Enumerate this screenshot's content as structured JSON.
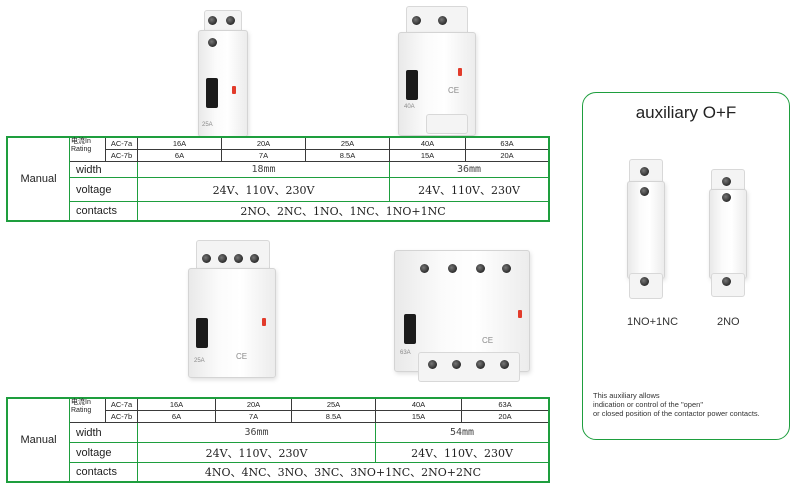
{
  "top_table": {
    "manual_label": "Manual",
    "rating_label_1": "电流In",
    "rating_label_2": "Rating",
    "ac7a_label": "AC-7a",
    "ac7b_label": "AC-7b",
    "ac7a_values": [
      "16A",
      "20A",
      "25A",
      "40A",
      "63A"
    ],
    "ac7b_values": [
      "6A",
      "7A",
      "8.5A",
      "15A",
      "20A"
    ],
    "width_label": "width",
    "width_values": [
      "18mm",
      "36mm"
    ],
    "voltage_label": "voltage",
    "voltage_values": [
      "24V、110V、230V",
      "24V、110V、230V"
    ],
    "contacts_label": "contacts",
    "contacts_value": "2NO、2NC、1NO、1NC、1NO+1NC"
  },
  "bottom_table": {
    "manual_label": "Manual",
    "rating_label_1": "电流In",
    "rating_label_2": "Rating",
    "ac7a_label": "AC-7a",
    "ac7b_label": "AC-7b",
    "ac7a_values": [
      "16A",
      "20A",
      "25A",
      "40A",
      "63A"
    ],
    "ac7b_values": [
      "6A",
      "7A",
      "8.5A",
      "15A",
      "20A"
    ],
    "width_label": "width",
    "width_values": [
      "36mm",
      "54mm"
    ],
    "voltage_label": "voltage",
    "voltage_values": [
      "24V、110V、230V",
      "24V、110V、230V"
    ],
    "contacts_label": "contacts",
    "contacts_value": "4NO、4NC、3NO、3NC、3NO+1NC、2NO+2NC"
  },
  "auxiliary": {
    "title": "auxiliary O+F",
    "left_label": "1NO+1NC",
    "right_label": "2NO",
    "note_line1": "This auxiliary allows",
    "note_line2": " indication or control of the \"open\"",
    "note_line3": "or closed position of the contactor power contacts."
  },
  "device_marks": {
    "rating_small_a": "25A",
    "rating_small_b": "40A",
    "rating_small_c": "25A",
    "rating_small_d": "63A",
    "cert": "CE"
  },
  "colors": {
    "table_border": "#1e9e3e",
    "lever": "#1b1b1b",
    "led": "#e23b2b"
  }
}
